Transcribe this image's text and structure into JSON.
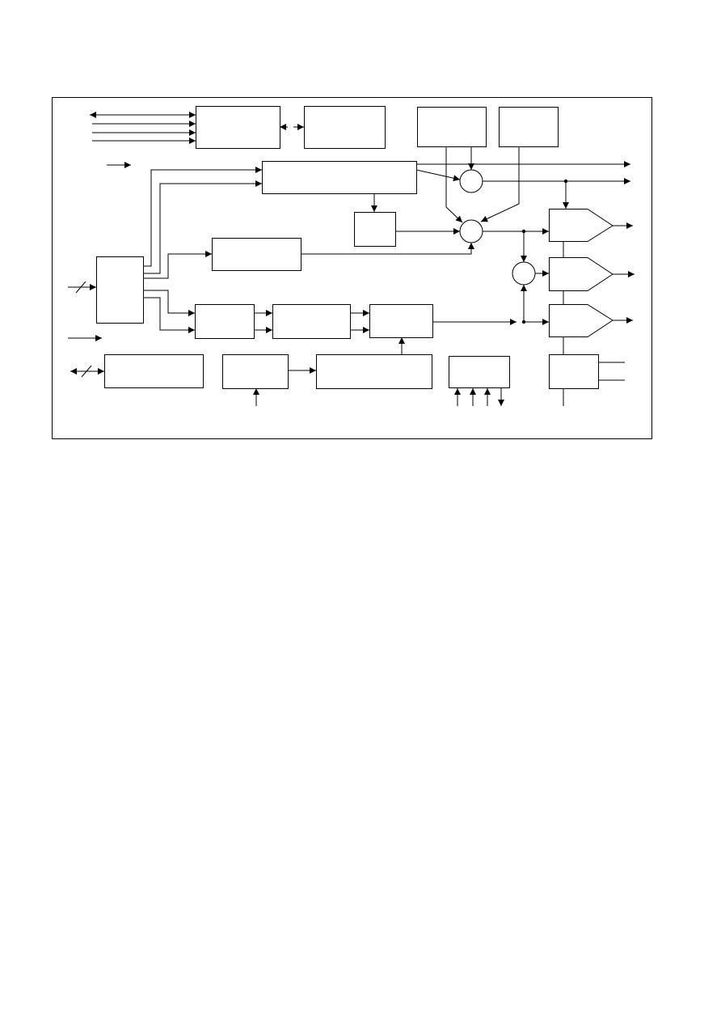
{
  "diagram": {
    "type": "block-diagram",
    "labels": [],
    "colors": {
      "stroke": "#000000",
      "background": "#ffffff"
    },
    "blocks": [
      "top-interface-block",
      "top-memory-block",
      "top-right-block-1",
      "top-right-block-2",
      "upper-wide-block",
      "small-middle-block",
      "middle-block",
      "left-demux-block",
      "lower-chain-block-1",
      "lower-chain-block-2",
      "lower-chain-block-3",
      "bottom-left-block",
      "bottom-block-2",
      "bottom-wide-block",
      "bottom-control-block",
      "right-small-block"
    ],
    "summing_nodes": 3,
    "output_amplifiers": 3
  }
}
